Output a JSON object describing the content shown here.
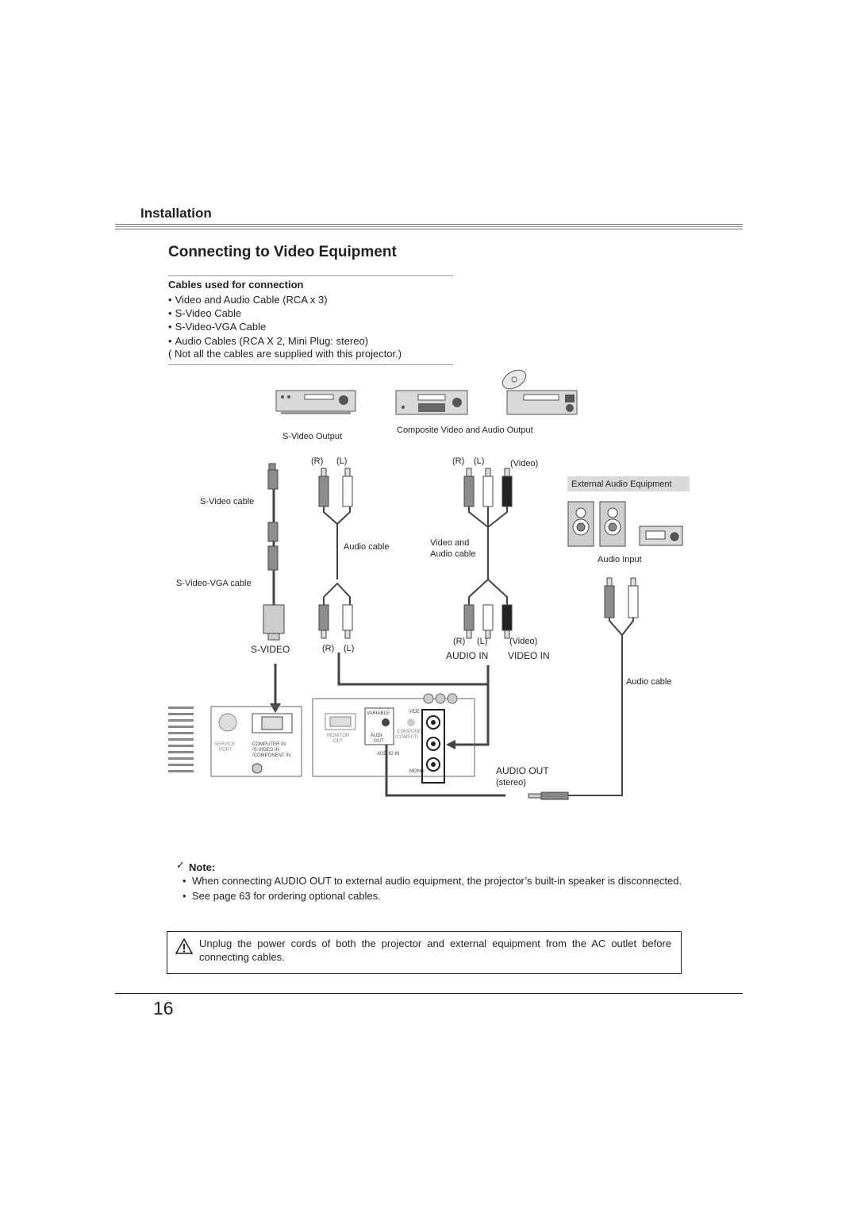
{
  "header": {
    "section": "Installation"
  },
  "title": "Connecting to Video Equipment",
  "cables": {
    "heading": "Cables used for connection",
    "items": [
      "Video and Audio Cable (RCA x 3)",
      "S-Video Cable",
      "S-Video-VGA Cable",
      "Audio Cables (RCA X 2, Mini Plug: stereo)"
    ],
    "note": "( Not all the cables are supplied with this projector.)"
  },
  "diagram": {
    "svideo_output": "S-Video Output",
    "composite_output": "Composite Video and Audio Output",
    "r_label": "(R)",
    "l_label": "(L)",
    "video_label": "(Video)",
    "external_audio": "External Audio Equipment",
    "svideo_cable": "S-Video cable",
    "audio_cable": "Audio cable",
    "video_audio_cable_1": "Video and",
    "video_audio_cable_2": "Audio cable",
    "audio_input": "Audio Input",
    "svideo_vga_cable": "S-Video-VGA cable",
    "svideo_port": "S-VIDEO",
    "audio_in": "AUDIO IN",
    "video_in": "VIDEO IN",
    "audio_cable_right": "Audio cable",
    "audio_out": "AUDIO OUT",
    "stereo": "(stereo)",
    "panel": {
      "service_port_1": "SERVICE",
      "service_port_2": "PORT",
      "computer_in": "COMPUTER IN",
      "svideo_in": "/S-VIDEO IN",
      "component_in": "/COMPONENT IN",
      "monitor_out_1": "MONITOR",
      "monitor_out_2": "OUT",
      "variable": "VARIABLE",
      "video_short": "VIDE",
      "audio_short": "AUDI",
      "out_short": "OUT",
      "compone": "COMPONE",
      "computi": "/COMPUTI",
      "audio_in_panel": "AUD IO  IN",
      "mono": "MONO"
    }
  },
  "note": {
    "check": "✓",
    "heading": "Note:",
    "items": [
      "When connecting AUDIO OUT to external audio equipment, the projector’s built-in speaker is disconnected.",
      "See page 63 for ordering optional cables."
    ]
  },
  "warning": "Unplug the power cords of both the projector and external equipment from the AC outlet before connecting cables.",
  "page_number": "16"
}
